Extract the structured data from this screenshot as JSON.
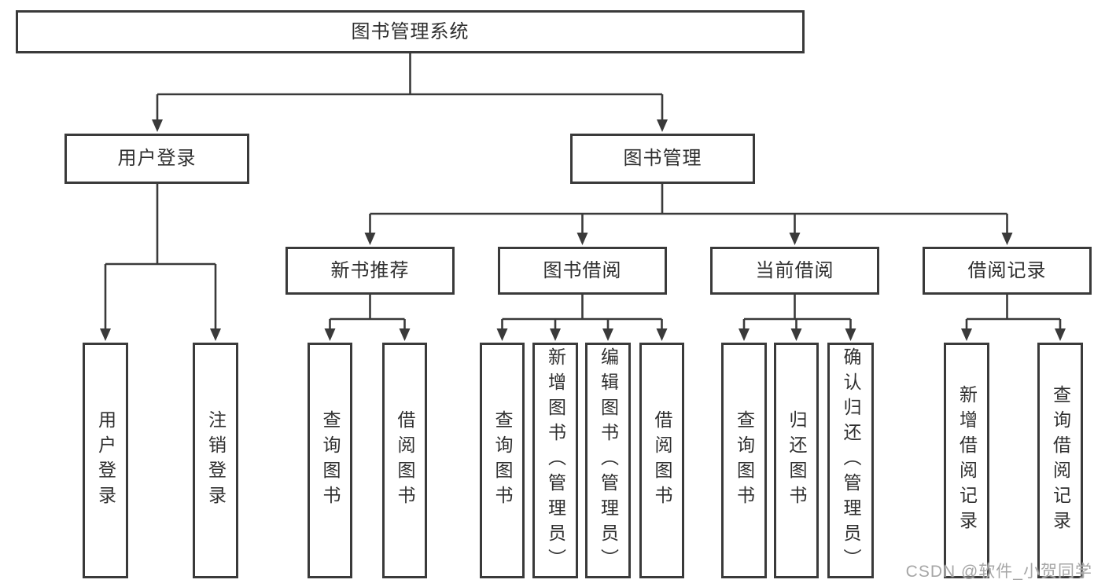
{
  "tree": {
    "root": {
      "label": "图书管理系统"
    },
    "user_login": {
      "label": "用户登录",
      "children": [
        {
          "label": "用户登录"
        },
        {
          "label": "注销登录"
        }
      ]
    },
    "book_mgmt": {
      "label": "图书管理",
      "sections": [
        {
          "label": "新书推荐",
          "children": [
            {
              "label": "查询图书"
            },
            {
              "label": "借阅图书"
            }
          ]
        },
        {
          "label": "图书借阅",
          "children": [
            {
              "label": "查询图书"
            },
            {
              "label": "新增图书（管理员）"
            },
            {
              "label": "编辑图书（管理员）"
            },
            {
              "label": "借阅图书"
            }
          ]
        },
        {
          "label": "当前借阅",
          "children": [
            {
              "label": "查询图书"
            },
            {
              "label": "归还图书"
            },
            {
              "label": "确认归还（管理员）"
            }
          ]
        },
        {
          "label": "借阅记录",
          "children": [
            {
              "label": "新增借阅记录"
            },
            {
              "label": "查询借阅记录"
            }
          ]
        }
      ]
    }
  },
  "watermark": {
    "text": "CSDN @软件_小贺同学"
  },
  "colors": {
    "line": "#3a3a3a",
    "text": "#2f2f2f",
    "watermark": "#a6a6a6",
    "background": "#ffffff"
  }
}
